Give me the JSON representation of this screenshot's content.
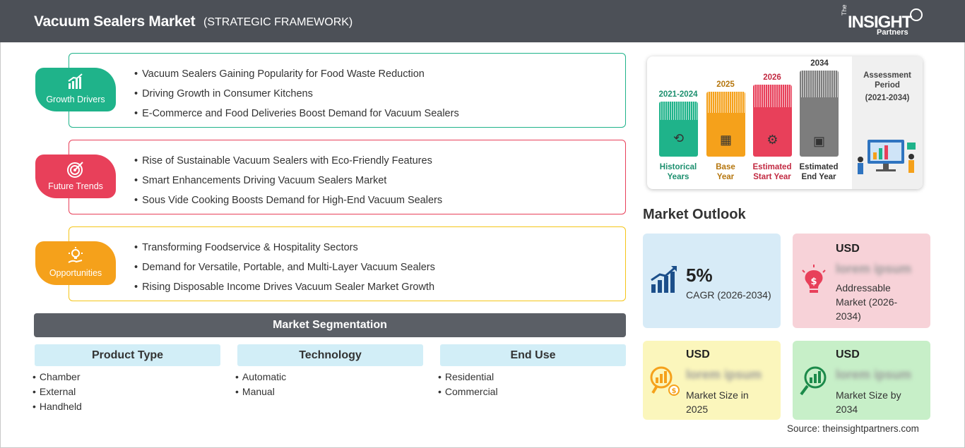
{
  "header": {
    "title": "Vacuum Sealers Market",
    "subtitle": "(STRATEGIC FRAMEWORK)",
    "logo_the": "The",
    "logo_main": "INSIGHT",
    "logo_sub": "Partners"
  },
  "cards": [
    {
      "label": "Growth Drivers",
      "color": "#1fb38a",
      "icon": "bar-chart-icon",
      "items": [
        "Vacuum Sealers Gaining Popularity for Food Waste Reduction",
        "Driving Growth in Consumer Kitchens",
        "E-Commerce and Food Deliveries Boost Demand for Vacuum Sealers"
      ]
    },
    {
      "label": "Future Trends",
      "color": "#e8405a",
      "icon": "target-icon",
      "items": [
        "Rise of Sustainable Vacuum Sealers with Eco-Friendly Features",
        "Smart Enhancements Driving Vacuum Sealers Market",
        "Sous Vide Cooking Boosts Demand for High-End Vacuum Sealers"
      ]
    },
    {
      "label": "Opportunities",
      "color": "#f5a11b",
      "icon": "lightbulb-hand-icon",
      "items": [
        "Transforming Foodservice & Hospitality Sectors",
        "Demand for Versatile, Portable, and Multi-Layer Vacuum Sealers",
        "Rising Disposable Income Drives Vacuum Sealer Market Growth"
      ]
    }
  ],
  "segmentation": {
    "title": "Market Segmentation",
    "columns": [
      {
        "header": "Product Type",
        "items": [
          "Chamber",
          "External",
          "Handheld"
        ]
      },
      {
        "header": "Technology",
        "items": [
          "Automatic",
          "Manual"
        ]
      },
      {
        "header": "End Use",
        "items": [
          "Residential",
          "Commercial"
        ]
      }
    ]
  },
  "timeline": {
    "columns": [
      {
        "year": "2021-2024",
        "label_1": "Historical",
        "label_2": "Years",
        "color": "#1fb38a",
        "year_color": "#1c8f6e"
      },
      {
        "year": "2025",
        "label_1": "Base",
        "label_2": "Year",
        "color": "#f5a11b",
        "year_color": "#b5760e"
      },
      {
        "year": "2026",
        "label_1": "Estimated",
        "label_2": "Start Year",
        "color": "#e8405a",
        "year_color": "#c22a42"
      },
      {
        "year": "2034",
        "label_1": "Estimated",
        "label_2": "End Year",
        "color": "#7d7d7d",
        "year_color": "#333333"
      }
    ],
    "assessment_1": "Assessment",
    "assessment_2": "Period",
    "assessment_3": "(2021-2034)"
  },
  "outlook": {
    "title": "Market Outlook",
    "cagr_value": "5%",
    "cagr_label": "CAGR (2026-2034)",
    "addressable_usd": "USD",
    "addressable_value": "lorem ipsum",
    "addressable_label": "Addressable Market (2026-2034)",
    "size2025_usd": "USD",
    "size2025_value": "lorem ipsum",
    "size2025_label": "Market Size in 2025",
    "size2034_usd": "USD",
    "size2034_value": "lorem ipsum",
    "size2034_label": "Market Size by 2034"
  },
  "source": "Source: theinsightpartners.com"
}
